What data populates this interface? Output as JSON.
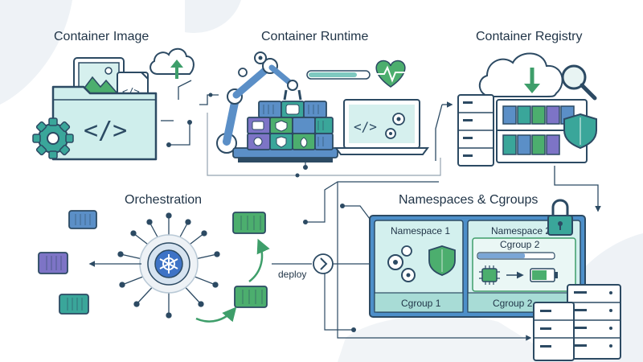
{
  "sections": {
    "container_image": {
      "title": "Container Image"
    },
    "container_runtime": {
      "title": "Container Runtime"
    },
    "container_registry": {
      "title": "Container Registry"
    },
    "orchestration": {
      "title": "Orchestration",
      "deploy_label": "deploy"
    },
    "namespaces": {
      "title": "Namespaces & Cgroups",
      "ns1_label": "Namespace 1",
      "ns2_label": "Namespace 2",
      "cg1_label": "Cgroup 1",
      "cg2_inner_label": "Cgroup 2",
      "cg2_label": "Cgroup 2"
    }
  },
  "colors": {
    "outline": "#2c4a63",
    "teal": "#3aa69a",
    "green": "#4cae6e",
    "light_teal": "#d6f0ee",
    "blue": "#5b8fc7",
    "purple": "#7d74c6",
    "bg_blob": "#eef2f6"
  }
}
